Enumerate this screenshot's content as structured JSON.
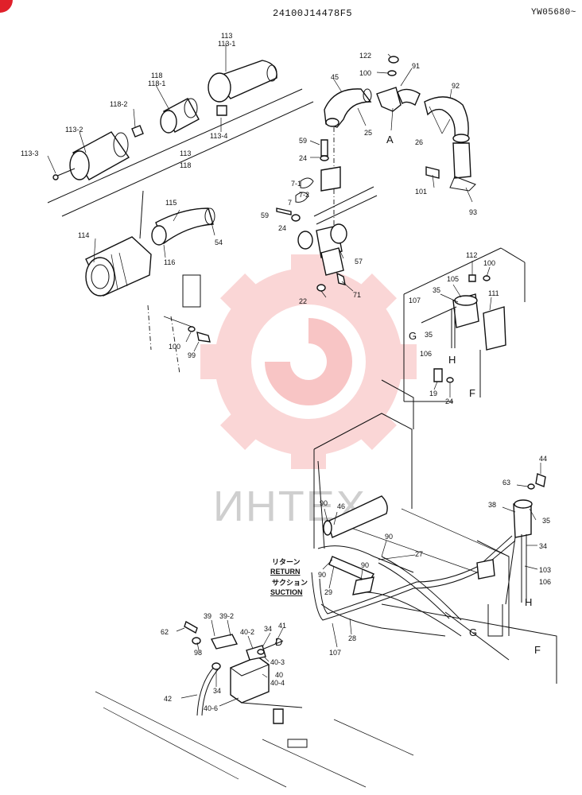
{
  "header": {
    "doc_code": "24100J14478F5",
    "serial_range": "YW05680~"
  },
  "watermark": {
    "text": "ИНТЕХ",
    "color": "#f4a6a6"
  },
  "legend_text": {
    "return_jp": "リターン",
    "return": "RETURN",
    "suction_jp": "サクション",
    "suction": "SUCTION"
  },
  "callouts": {
    "p113a": "113",
    "p113_1a": "113-1",
    "p118a": "118",
    "p118_1a": "118-1",
    "p118_2": "118-2",
    "p113_2": "113-2",
    "p113_3": "113-3",
    "p113_4": "113-4",
    "p113b": "113",
    "p118b": "118",
    "p45": "45",
    "p25": "25",
    "p122": "122",
    "p100a": "100",
    "p91": "91",
    "p92": "92",
    "p26": "26",
    "pA": "A",
    "p101": "101",
    "p93": "93",
    "p59a": "59",
    "p24a": "24",
    "p7_1": "7-1",
    "p7_2": "7-2",
    "p7": "7",
    "p59b": "59",
    "p24b": "24",
    "p57": "57",
    "p22": "22",
    "p71": "71",
    "p115": "115",
    "p54": "54",
    "p114": "114",
    "p116": "116",
    "p100b": "100",
    "p99": "99",
    "p112": "112",
    "p100c": "100",
    "p105": "105",
    "p35a": "35",
    "p107a": "107",
    "p111": "111",
    "pG1": "G",
    "p35b": "35",
    "pH1": "H",
    "p106a": "106",
    "p19": "19",
    "p24c": "24",
    "pF1": "F",
    "p44": "44",
    "p63": "63",
    "p38": "38",
    "p35c": "35",
    "p34a": "34",
    "p103": "103",
    "p106b": "106",
    "pH2": "H",
    "pF2": "F",
    "p90a": "90",
    "p46": "46",
    "p90b": "90",
    "p27": "27",
    "p90c": "90",
    "p90d": "90",
    "p29": "29",
    "p28": "28",
    "p107b": "107",
    "pG2": "G",
    "p62": "62",
    "p39": "39",
    "p39_2": "39-2",
    "p40_2": "40-2",
    "p34b": "34",
    "p41": "41",
    "pD": "D",
    "p98": "98",
    "p40_3": "40-3",
    "p40": "40",
    "p40_4": "40-4",
    "p34c": "34",
    "p42": "42",
    "p40_6": "40-6"
  }
}
